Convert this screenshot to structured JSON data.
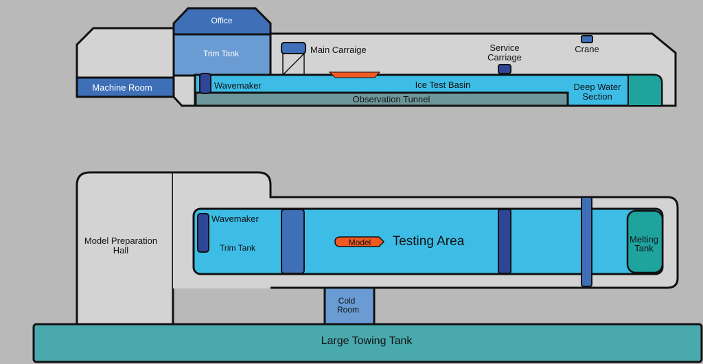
{
  "colors": {
    "background": "#b9b9b9",
    "building": "#d3d3d3",
    "outline": "#111111",
    "water": "#3dbde6",
    "blue_dark": "#2f4597",
    "blue_mid": "#3e6fb7",
    "blue_light": "#6a9bd3",
    "teal": "#1ea39f",
    "tunnel": "#6e979c",
    "towing_tank": "#4aa9ad",
    "model_orange": "#f05a22"
  },
  "side_view": {
    "office": "Office",
    "trim_tank": "Trim Tank",
    "machine_room": "Machine Room",
    "main_carriage": "Main Carraige",
    "service_carriage": [
      "Service",
      "Carriage"
    ],
    "crane": "Crane",
    "wavemaker": "Wavemaker",
    "ice_test_basin": "Ice Test Basin",
    "deep_water_section": [
      "Deep Water",
      "Section"
    ],
    "observation_tunnel": "Observation Tunnel"
  },
  "plan_view": {
    "model_preparation_hall": [
      "Model Preparation",
      "Hall"
    ],
    "wavemaker": "Wavemaker",
    "trim_tank": "Trim Tank",
    "model": "Model",
    "testing_area": "Testing Area",
    "melting_tank": [
      "Melting",
      "Tank"
    ],
    "cold_room": [
      "Cold",
      "Room"
    ],
    "large_towing_tank": "Large Towing Tank"
  }
}
